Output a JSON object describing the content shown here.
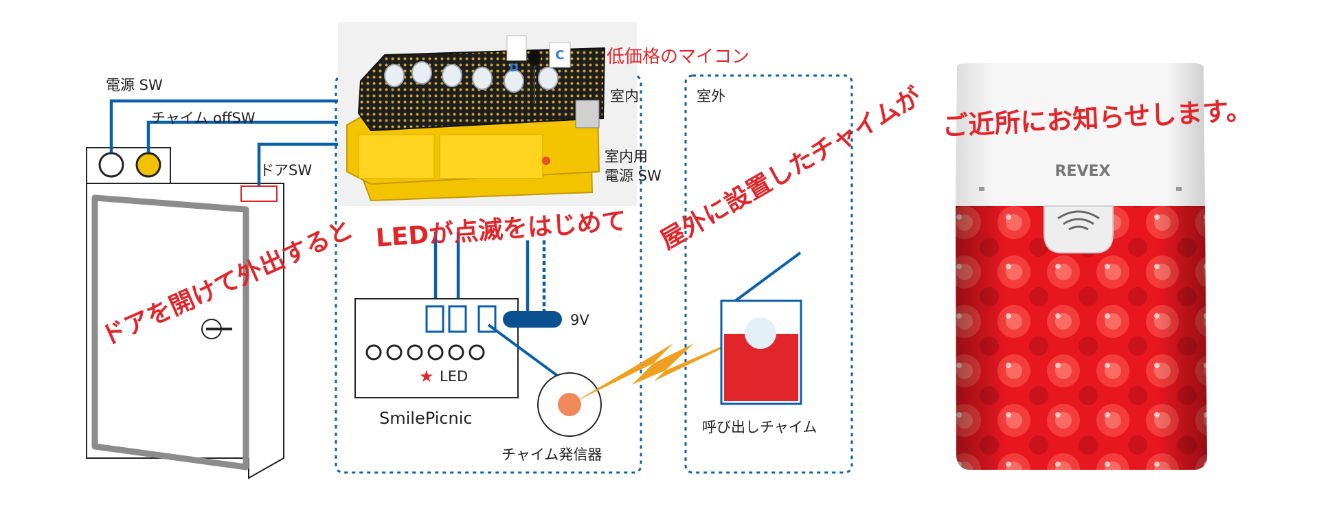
{
  "labels": {
    "power_sw": "電源 SW",
    "chime_off_sw": "チャイム offSW",
    "door_sw": "ドアSW",
    "indoor": "室内",
    "outdoor": "室外",
    "indoor_power_1": "室内用",
    "indoor_power_2": "電源 SW",
    "mcu": "低価格のマイコン",
    "board_name": "SmilePicnic",
    "led": "LED",
    "led_star": "★",
    "battery": "9V",
    "transmitter": "チャイム発信器",
    "receiver": "呼び出しチャイム",
    "brand": "REVEX",
    "pcb_c": "C",
    "pcb_d": "D"
  },
  "headline": {
    "part1": "ドアを開けて外出すると",
    "part2": "LEDが点滅をはじめて",
    "part3": "屋外に設置したチャイムが",
    "part4": "ご近所にお知らせします。"
  },
  "colors": {
    "wire_blue": "#0a5fa8",
    "accent_red": "#e0262b",
    "door_gray": "#8c8c8c",
    "zigzag_orange": "#f0a020",
    "led_yellow": "#f2c200",
    "board_yellow": "#f5c400",
    "chime_red": "#e61e2b"
  }
}
